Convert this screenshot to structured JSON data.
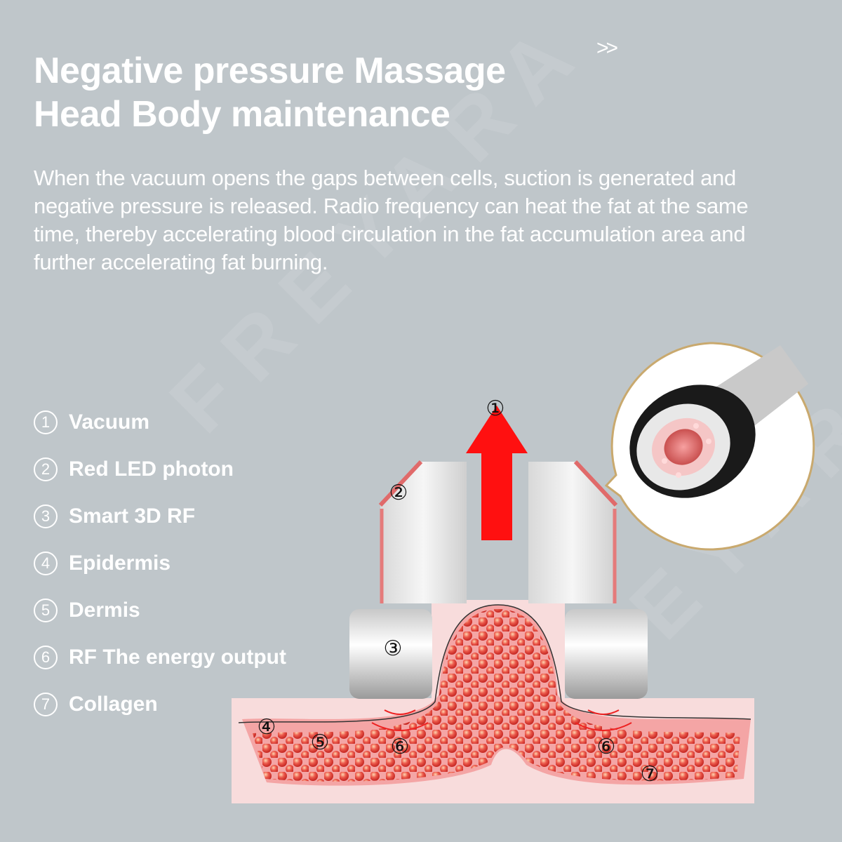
{
  "header": {
    "title": "Negative  pressure Massage\nHead Body maintenance",
    "chevron": ">>"
  },
  "description": "When the vacuum opens the gaps between cells, suction is generated and negative pressure is released. Radio frequency can heat the fat at the same time, thereby accelerating blood circulation in the fat accumulation area and further accelerating fat burning.",
  "watermark": "FREYARA",
  "legend": [
    {
      "num": "1",
      "label": "Vacuum"
    },
    {
      "num": "2",
      "label": "Red LED photon"
    },
    {
      "num": "3",
      "label": "Smart 3D RF"
    },
    {
      "num": "4",
      "label": "Epidermis"
    },
    {
      "num": "5",
      "label": "Dermis"
    },
    {
      "num": "6",
      "label": "RF The energy output"
    },
    {
      "num": "7",
      "label": "Collagen"
    }
  ],
  "diagram_markers": [
    "①",
    "②",
    "③",
    "④",
    "⑤",
    "⑥",
    "⑥",
    "⑦"
  ],
  "colors": {
    "background": "#bfc6ca",
    "arrow": "#ff1010",
    "tissue": "#f7d7d7",
    "cells": "#e8473f",
    "bubble_border": "#c9a96e"
  }
}
